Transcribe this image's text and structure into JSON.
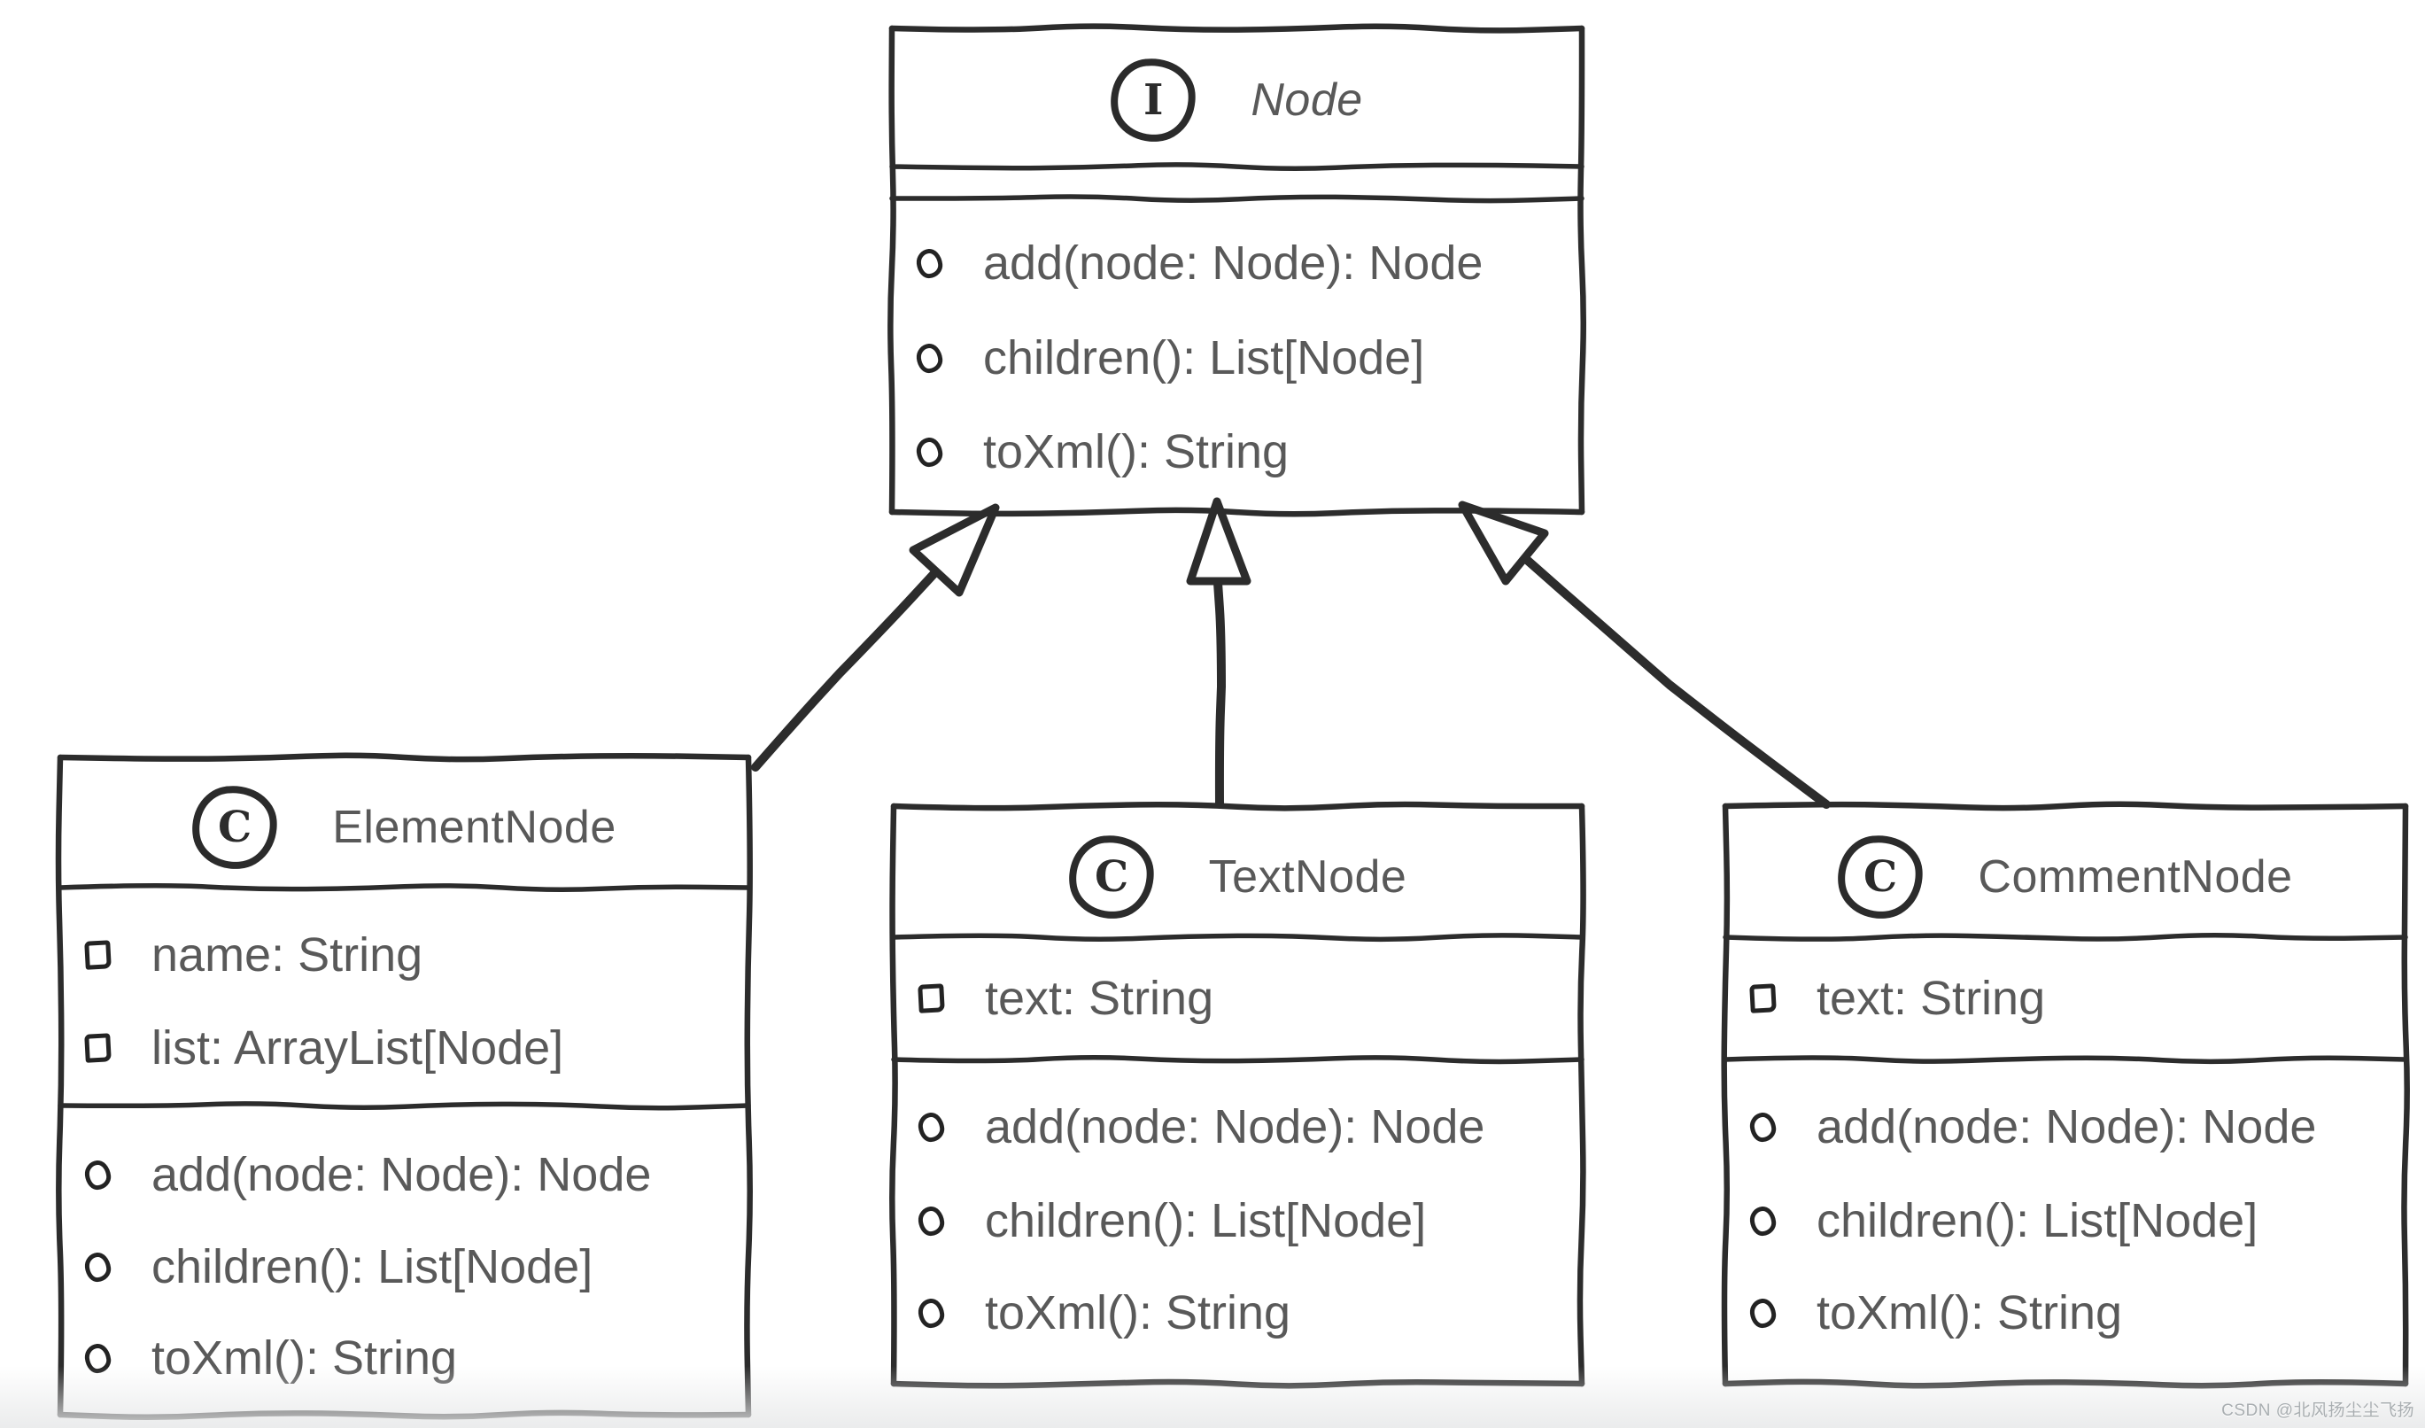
{
  "diagram": {
    "classes": [
      {
        "stereotype": "interface",
        "icon": "I",
        "name": "Node",
        "fields": [],
        "methods": [
          "add(node: Node): Node",
          "children(): List[Node]",
          "toXml(): String"
        ]
      },
      {
        "stereotype": "class",
        "icon": "C",
        "name": "ElementNode",
        "fields": [
          "name: String",
          "list: ArrayList[Node]"
        ],
        "methods": [
          "add(node: Node): Node",
          "children(): List[Node]",
          "toXml(): String"
        ]
      },
      {
        "stereotype": "class",
        "icon": "C",
        "name": "TextNode",
        "fields": [
          "text: String"
        ],
        "methods": [
          "add(node: Node): Node",
          "children(): List[Node]",
          "toXml(): String"
        ]
      },
      {
        "stereotype": "class",
        "icon": "C",
        "name": "CommentNode",
        "fields": [
          "text: String"
        ],
        "methods": [
          "add(node: Node): Node",
          "children(): List[Node]",
          "toXml(): String"
        ]
      }
    ],
    "relations": [
      {
        "from": "ElementNode",
        "to": "Node",
        "type": "realization",
        "arrow": "hollow-triangle"
      },
      {
        "from": "TextNode",
        "to": "Node",
        "type": "realization",
        "arrow": "hollow-triangle"
      },
      {
        "from": "CommentNode",
        "to": "Node",
        "type": "realization",
        "arrow": "hollow-triangle"
      }
    ],
    "colors": {
      "stroke": "#2c2c2c",
      "text": "#595959",
      "background": "#ffffff",
      "watermark": "#a9aeb1"
    }
  },
  "watermark": {
    "text": "CSDN @北风扬尘尘飞扬"
  }
}
